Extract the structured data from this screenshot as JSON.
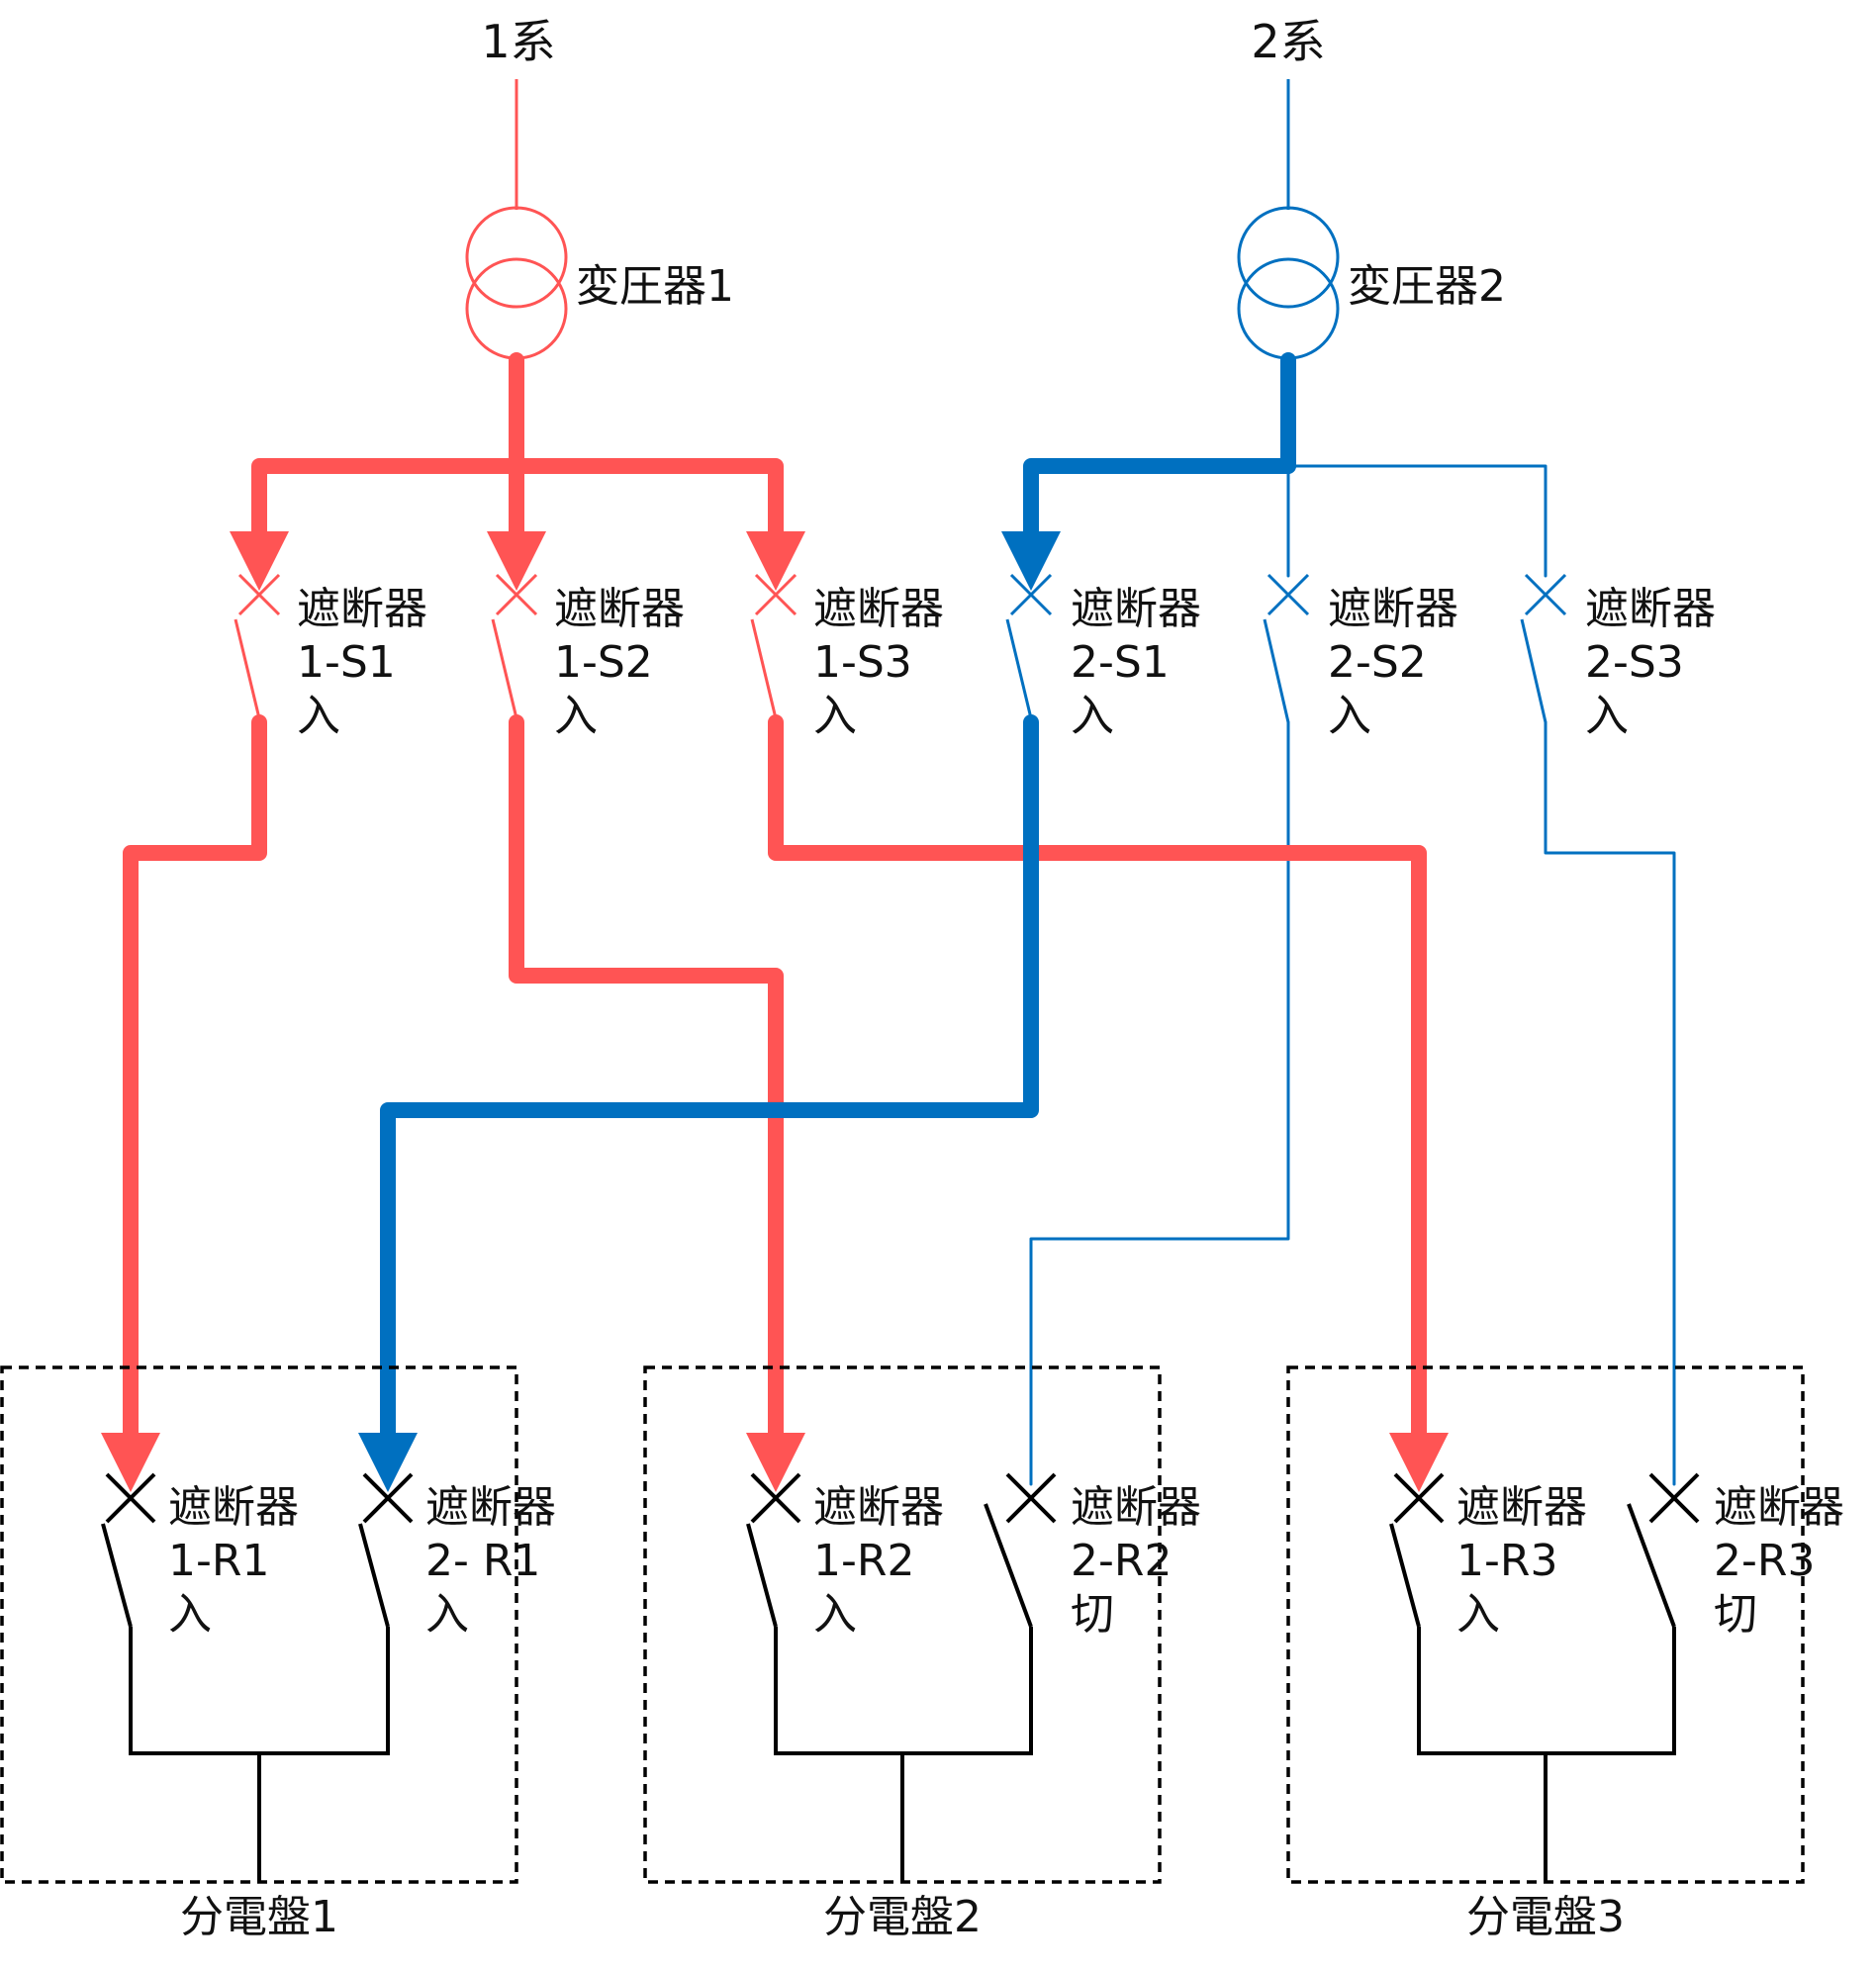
{
  "colors": {
    "system1": "#ff5454",
    "system2": "#0070c0",
    "panel": "#000000"
  },
  "systems": [
    {
      "name": "1系",
      "transformer": "変圧器1"
    },
    {
      "name": "2系",
      "transformer": "変圧器2"
    }
  ],
  "source_breakers": [
    {
      "line1": "遮断器",
      "line2": "1-S1",
      "state": "入"
    },
    {
      "line1": "遮断器",
      "line2": "1-S2",
      "state": "入"
    },
    {
      "line1": "遮断器",
      "line2": "1-S3",
      "state": "入"
    },
    {
      "line1": "遮断器",
      "line2": "2-S1",
      "state": "入"
    },
    {
      "line1": "遮断器",
      "line2": "2-S2",
      "state": "入"
    },
    {
      "line1": "遮断器",
      "line2": "2-S3",
      "state": "入"
    }
  ],
  "panels": [
    {
      "name": "分電盤1",
      "breakers": [
        {
          "line1": "遮断器",
          "line2": "1-R1",
          "state": "入"
        },
        {
          "line1": "遮断器",
          "line2": "2- R1",
          "state": "入"
        }
      ]
    },
    {
      "name": "分電盤2",
      "breakers": [
        {
          "line1": "遮断器",
          "line2": "1-R2",
          "state": "入"
        },
        {
          "line1": "遮断器",
          "line2": "2-R2",
          "state": "切"
        }
      ]
    },
    {
      "name": "分電盤3",
      "breakers": [
        {
          "line1": "遮断器",
          "line2": "1-R3",
          "state": "入"
        },
        {
          "line1": "遮断器",
          "line2": "2-R3",
          "state": "切"
        }
      ]
    }
  ]
}
